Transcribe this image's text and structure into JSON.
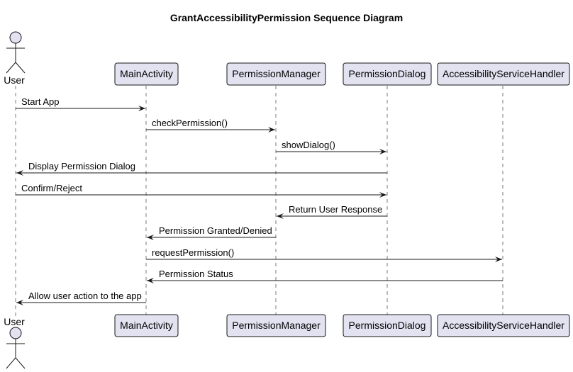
{
  "title": "GrantAccessibilityPermission Sequence Diagram",
  "colors": {
    "participant_fill": "#e2e2f0",
    "participant_stroke": "#181818",
    "line": "#181818",
    "lifeline": "#7a7a7a"
  },
  "participants": [
    {
      "id": "user",
      "label": "User",
      "kind": "actor"
    },
    {
      "id": "main",
      "label": "MainActivity",
      "kind": "box"
    },
    {
      "id": "pm",
      "label": "PermissionManager",
      "kind": "box"
    },
    {
      "id": "pd",
      "label": "PermissionDialog",
      "kind": "box"
    },
    {
      "id": "ash",
      "label": "AccessibilityServiceHandler",
      "kind": "box"
    }
  ],
  "messages": [
    {
      "from": "user",
      "to": "main",
      "label": "Start App"
    },
    {
      "from": "main",
      "to": "pm",
      "label": "checkPermission()"
    },
    {
      "from": "pm",
      "to": "pd",
      "label": "showDialog()"
    },
    {
      "from": "pd",
      "to": "user",
      "label": "Display Permission Dialog"
    },
    {
      "from": "user",
      "to": "pd",
      "label": "Confirm/Reject"
    },
    {
      "from": "pd",
      "to": "pm",
      "label": "Return User Response"
    },
    {
      "from": "pm",
      "to": "main",
      "label": "Permission Granted/Denied"
    },
    {
      "from": "main",
      "to": "ash",
      "label": "requestPermission()"
    },
    {
      "from": "ash",
      "to": "main",
      "label": "Permission Status"
    },
    {
      "from": "main",
      "to": "user",
      "label": "Allow user action to the app"
    }
  ]
}
